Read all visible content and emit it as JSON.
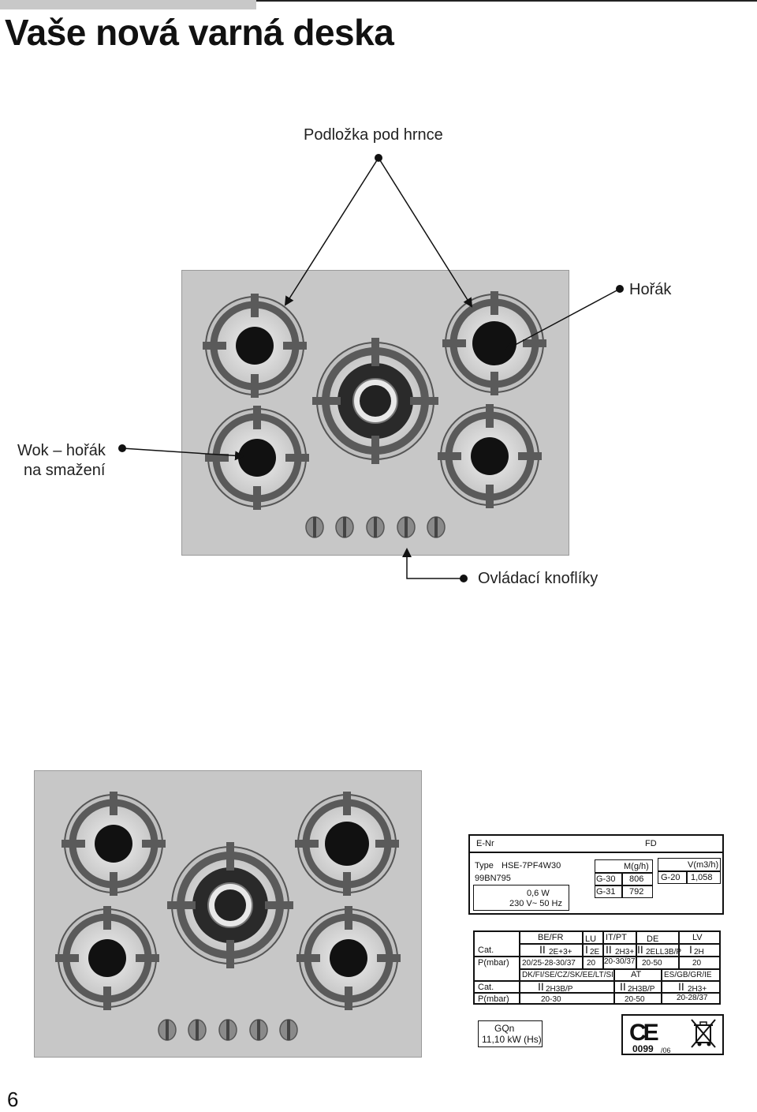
{
  "document": {
    "title": "Vaše nová varná deska",
    "page_number": "6"
  },
  "callouts": {
    "pan_support": "Podložka pod hrnce",
    "burner": "Hořák",
    "wok_line1": "Wok – hořák",
    "wok_line2": "na smažení",
    "knobs": "Ovládací knoflíky"
  },
  "rating_plate": {
    "enr_label": "E-Nr",
    "fd_label": "FD",
    "type_label": "Type",
    "type_value": "HSE-7PF4W30",
    "model_code": "99BN795",
    "power_w": "0,6 W",
    "voltage": "230 V~ 50 Hz",
    "mass_header": "M(g/h)",
    "g30_label": "G-30",
    "g30_value": "806",
    "g31_label": "G-31",
    "g31_value": "792",
    "vol_header": "V(m3/h)",
    "g20_label": "G-20",
    "g20_value": "1,058",
    "countries_row1": [
      "BE/FR",
      "LU",
      "IT/PT",
      "DE",
      "LV"
    ],
    "cat_label": "Cat.",
    "pressure_label": "P(mbar)",
    "cat_row1_roman": [
      "II",
      "I",
      "II",
      "II",
      "I"
    ],
    "cat_row1_sub": [
      "2E+3+",
      "2E",
      "2H3+",
      "2ELL3B/P",
      "2H"
    ],
    "pressure_row1": [
      "20/25-28-30/37",
      "20",
      "20-30/37",
      "20-50",
      "20"
    ],
    "countries_row2": [
      "DK/FI/SE/CZ/SK/EE/LT/SI",
      "AT",
      "ES/GB/GR/IE"
    ],
    "cat_row2_roman": [
      "II",
      "II",
      "II"
    ],
    "cat_row2_sub": [
      "2H3B/P",
      "2H3B/P",
      "2H3+"
    ],
    "pressure_row2": [
      "20-30",
      "20-50",
      "20-28/37"
    ],
    "gqn_label": "GQn",
    "gqn_value": "11,10 kW (Hs)",
    "ce_mark": "CE",
    "notified_body": "0099",
    "year": "/06"
  },
  "icons": {
    "ce": "ce-mark-icon",
    "weee": "crossed-bin-icon"
  }
}
